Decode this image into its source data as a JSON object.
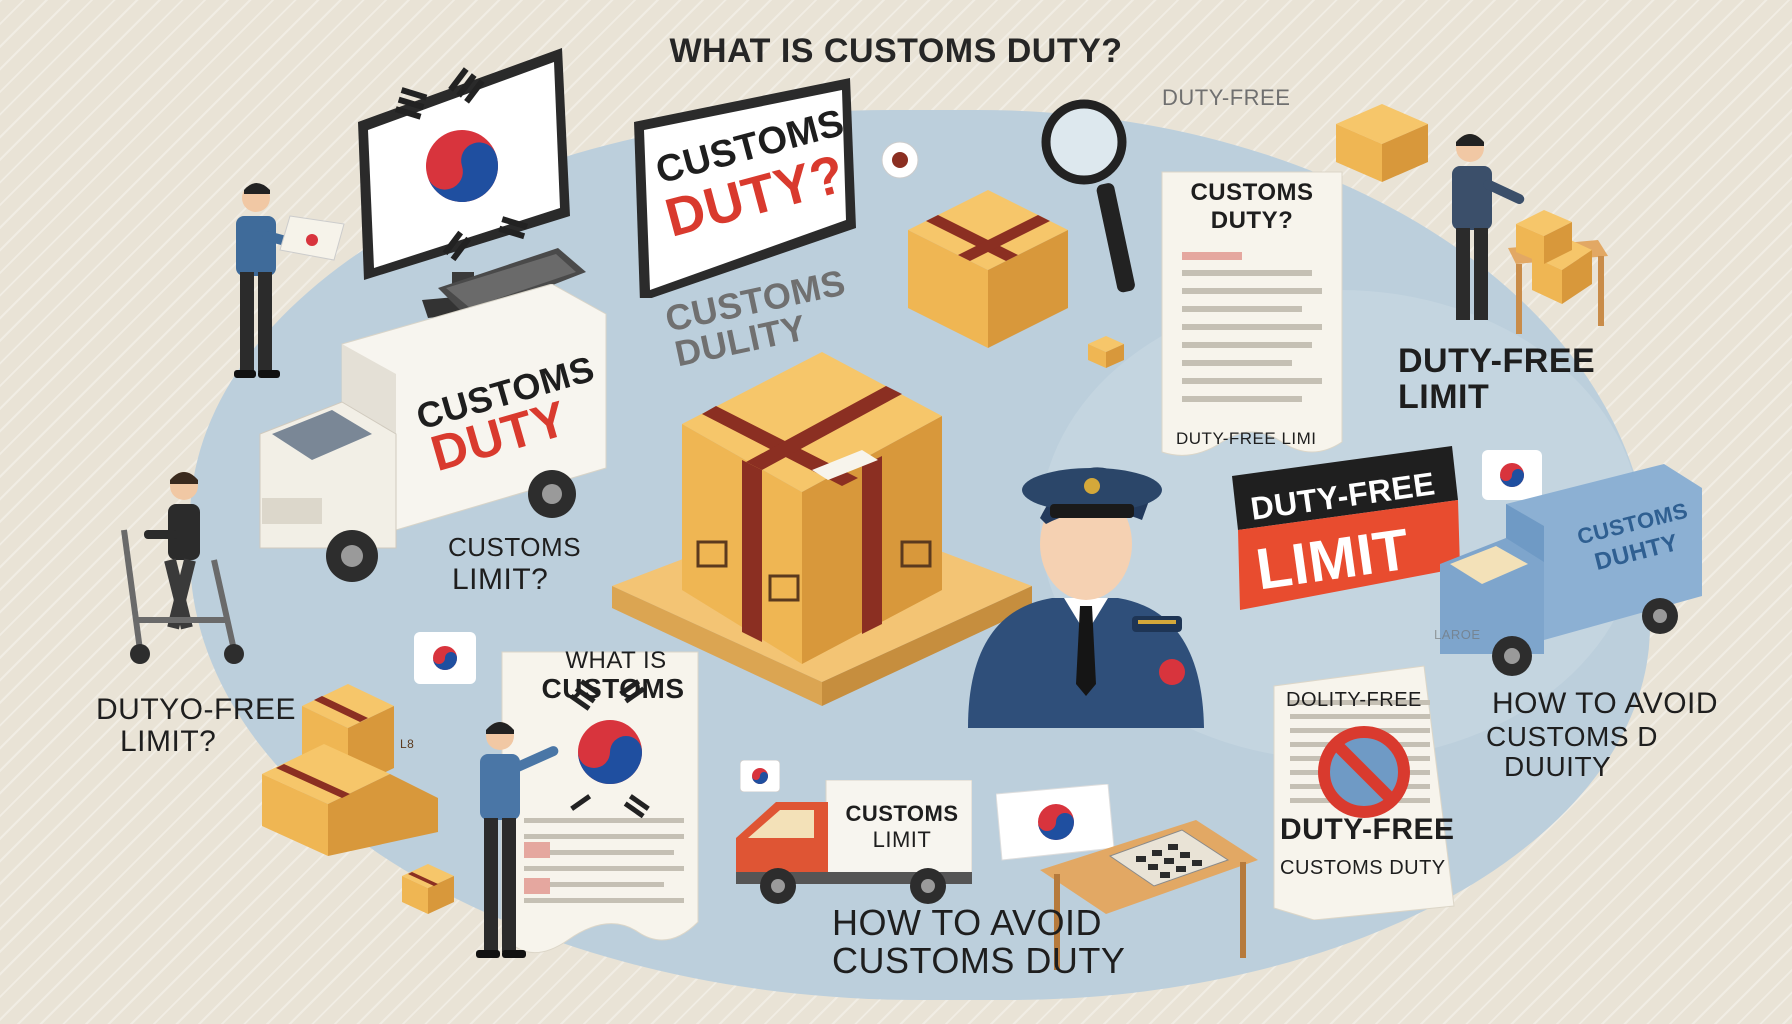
{
  "title": "WHAT IS CUSTOMS DUTY?",
  "labels": {
    "monitor_sign_top": "CUSTOMS",
    "monitor_sign_bottom": "DUTY?",
    "below_sign_top": "CUSTOMS",
    "below_sign_bottom": "DULITY",
    "duty_free_small": "DUTY-FREE",
    "document_title_top": "CUSTOMS",
    "document_title_bottom": "DUTY?",
    "document_footer": "DUTY-FREE LIMI",
    "duty_free_limit_right_top": "DUTY-FREE",
    "duty_free_limit_right_bottom": "LIMIT",
    "truck_left_top": "CUSTOMS",
    "truck_left_bottom": "DUTY",
    "customs_limit_question_top": "CUSTOMS",
    "customs_limit_question_bottom": "LIMIT?",
    "banner_top": "DUTY-FREE",
    "banner_bottom": "LIMIT",
    "truck_right_top": "CUSTOMS",
    "truck_right_bottom": "DUHTY",
    "duty_free_limit_left_top": "DUTYO-FREE",
    "duty_free_limit_left_bottom": "LIMIT?",
    "poster_top": "WHAT IS",
    "poster_bottom": "CUSTOMS",
    "truck_small_top": "CUSTOMS",
    "truck_small_bottom": "LIMIT",
    "how_to_avoid_top": "HOW TO AVOID",
    "how_to_avoid_bottom": "CUSTOMS DUTY",
    "doc_right_header": "DOLITY-FREE",
    "doc_right_mid": "DUTY-FREE",
    "doc_right_foot": "CUSTOMS DUTY",
    "how_to_avoid_right_1": "HOW TO AVOID",
    "how_to_avoid_right_2": "CUSTOMS D",
    "how_to_avoid_right_3": "DUUITY",
    "parcel_mark_right": "L8",
    "ghost_label": "LAROE"
  },
  "colors": {
    "box": "#efb653",
    "box_dark": "#d8983b",
    "tape": "#8b2f22",
    "accent_red": "#d93a2e",
    "flag_red": "#d8343d",
    "flag_blue": "#1f4fa0",
    "uniform": "#2f4f7a",
    "truck_white": "#f7f5ef",
    "truck_blue": "#6f9ac5",
    "truck_red": "#df5534",
    "background": "#e9e3d6",
    "blob": "#bccfdc"
  },
  "icons": [
    "monitor-icon",
    "flag-icon",
    "parcel-box-icon",
    "magnifier-icon",
    "truck-icon",
    "customs-officer-icon",
    "document-icon",
    "calculator-icon",
    "person-icon",
    "prohibited-icon"
  ]
}
